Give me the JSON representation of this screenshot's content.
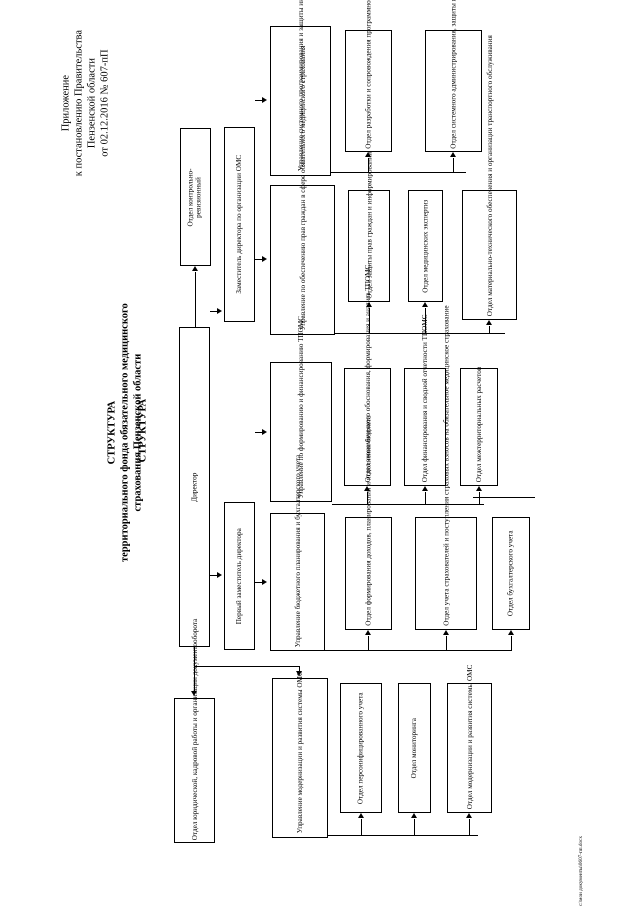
{
  "document": {
    "header_lines": [
      "Приложение",
      "к постановлению Правительства",
      "Пензенской области",
      "от 02.12.2016 № 607-пП"
    ],
    "title_lines": [
      "СТРУКТУРА",
      "территориального фонда обязательного медицинского",
      "страхования Пензенской области"
    ],
    "footer": "с:\\мои документы\\0607-пп.docx"
  },
  "chart_data": {
    "type": "orgchart",
    "orientation": "rotated-90",
    "nodes": {
      "director": "Директор",
      "first_deputy": "Первый заместитель директора",
      "deputy_oms": "Заместитель директора по организации ОМС",
      "audit_dept": "Отдел контрольно-ревизионный",
      "legal_hr_dept": "Отдел юридической, кадровой работы и организации документооборота",
      "dir_u1": "Управление системного программирования и защиты информации",
      "dir_u1_d1": "Отдел разработки и сопровождения программного обеспечения",
      "dir_u1_d2": "Отдел системного администрирования, защиты информации и технического обслуживания",
      "dep_u1": "Управление по обеспечению прав граждан в сфере обязательного медицинского страхования",
      "dep_u1_d1": "Отдел защиты прав граждан и информирования",
      "dep_u1_d2": "Отдел медицинских экспертиз",
      "dep_u1_d3": "Отдел материально-технического обеспечения и организации транспортного обслуживания",
      "fd_u1": "Управление по формированию и финансированию ТПОМС",
      "fd_u1_d1": "Отдел экономического обоснования, формирования и анализа ТПОМС",
      "fd_u1_d2": "Отдел финансирования и сводной отчетности ТПОМС",
      "fd_u1_d3": "Отдел межтерриториальных расчетов",
      "fd_u2": "Управление бюджетного планирования и бухгалтерского учета",
      "fd_u2_d1": "Отдел формирования доходов, планирования и исполнения бюджета",
      "fd_u2_d2": "Отдел учета страхователей и поступления страховых взносов на обязательное медицинское страхование",
      "fd_u2_d3": "Отдел бухгалтерского учета",
      "mod_u": "Управление модернизации и развития системы ОМС",
      "mod_u_d1": "Отдел персонифицированного учета",
      "mod_u_d2": "Отдел мониторинга",
      "mod_u_d3": "Отдел модернизации и развития системы ОМС"
    }
  }
}
